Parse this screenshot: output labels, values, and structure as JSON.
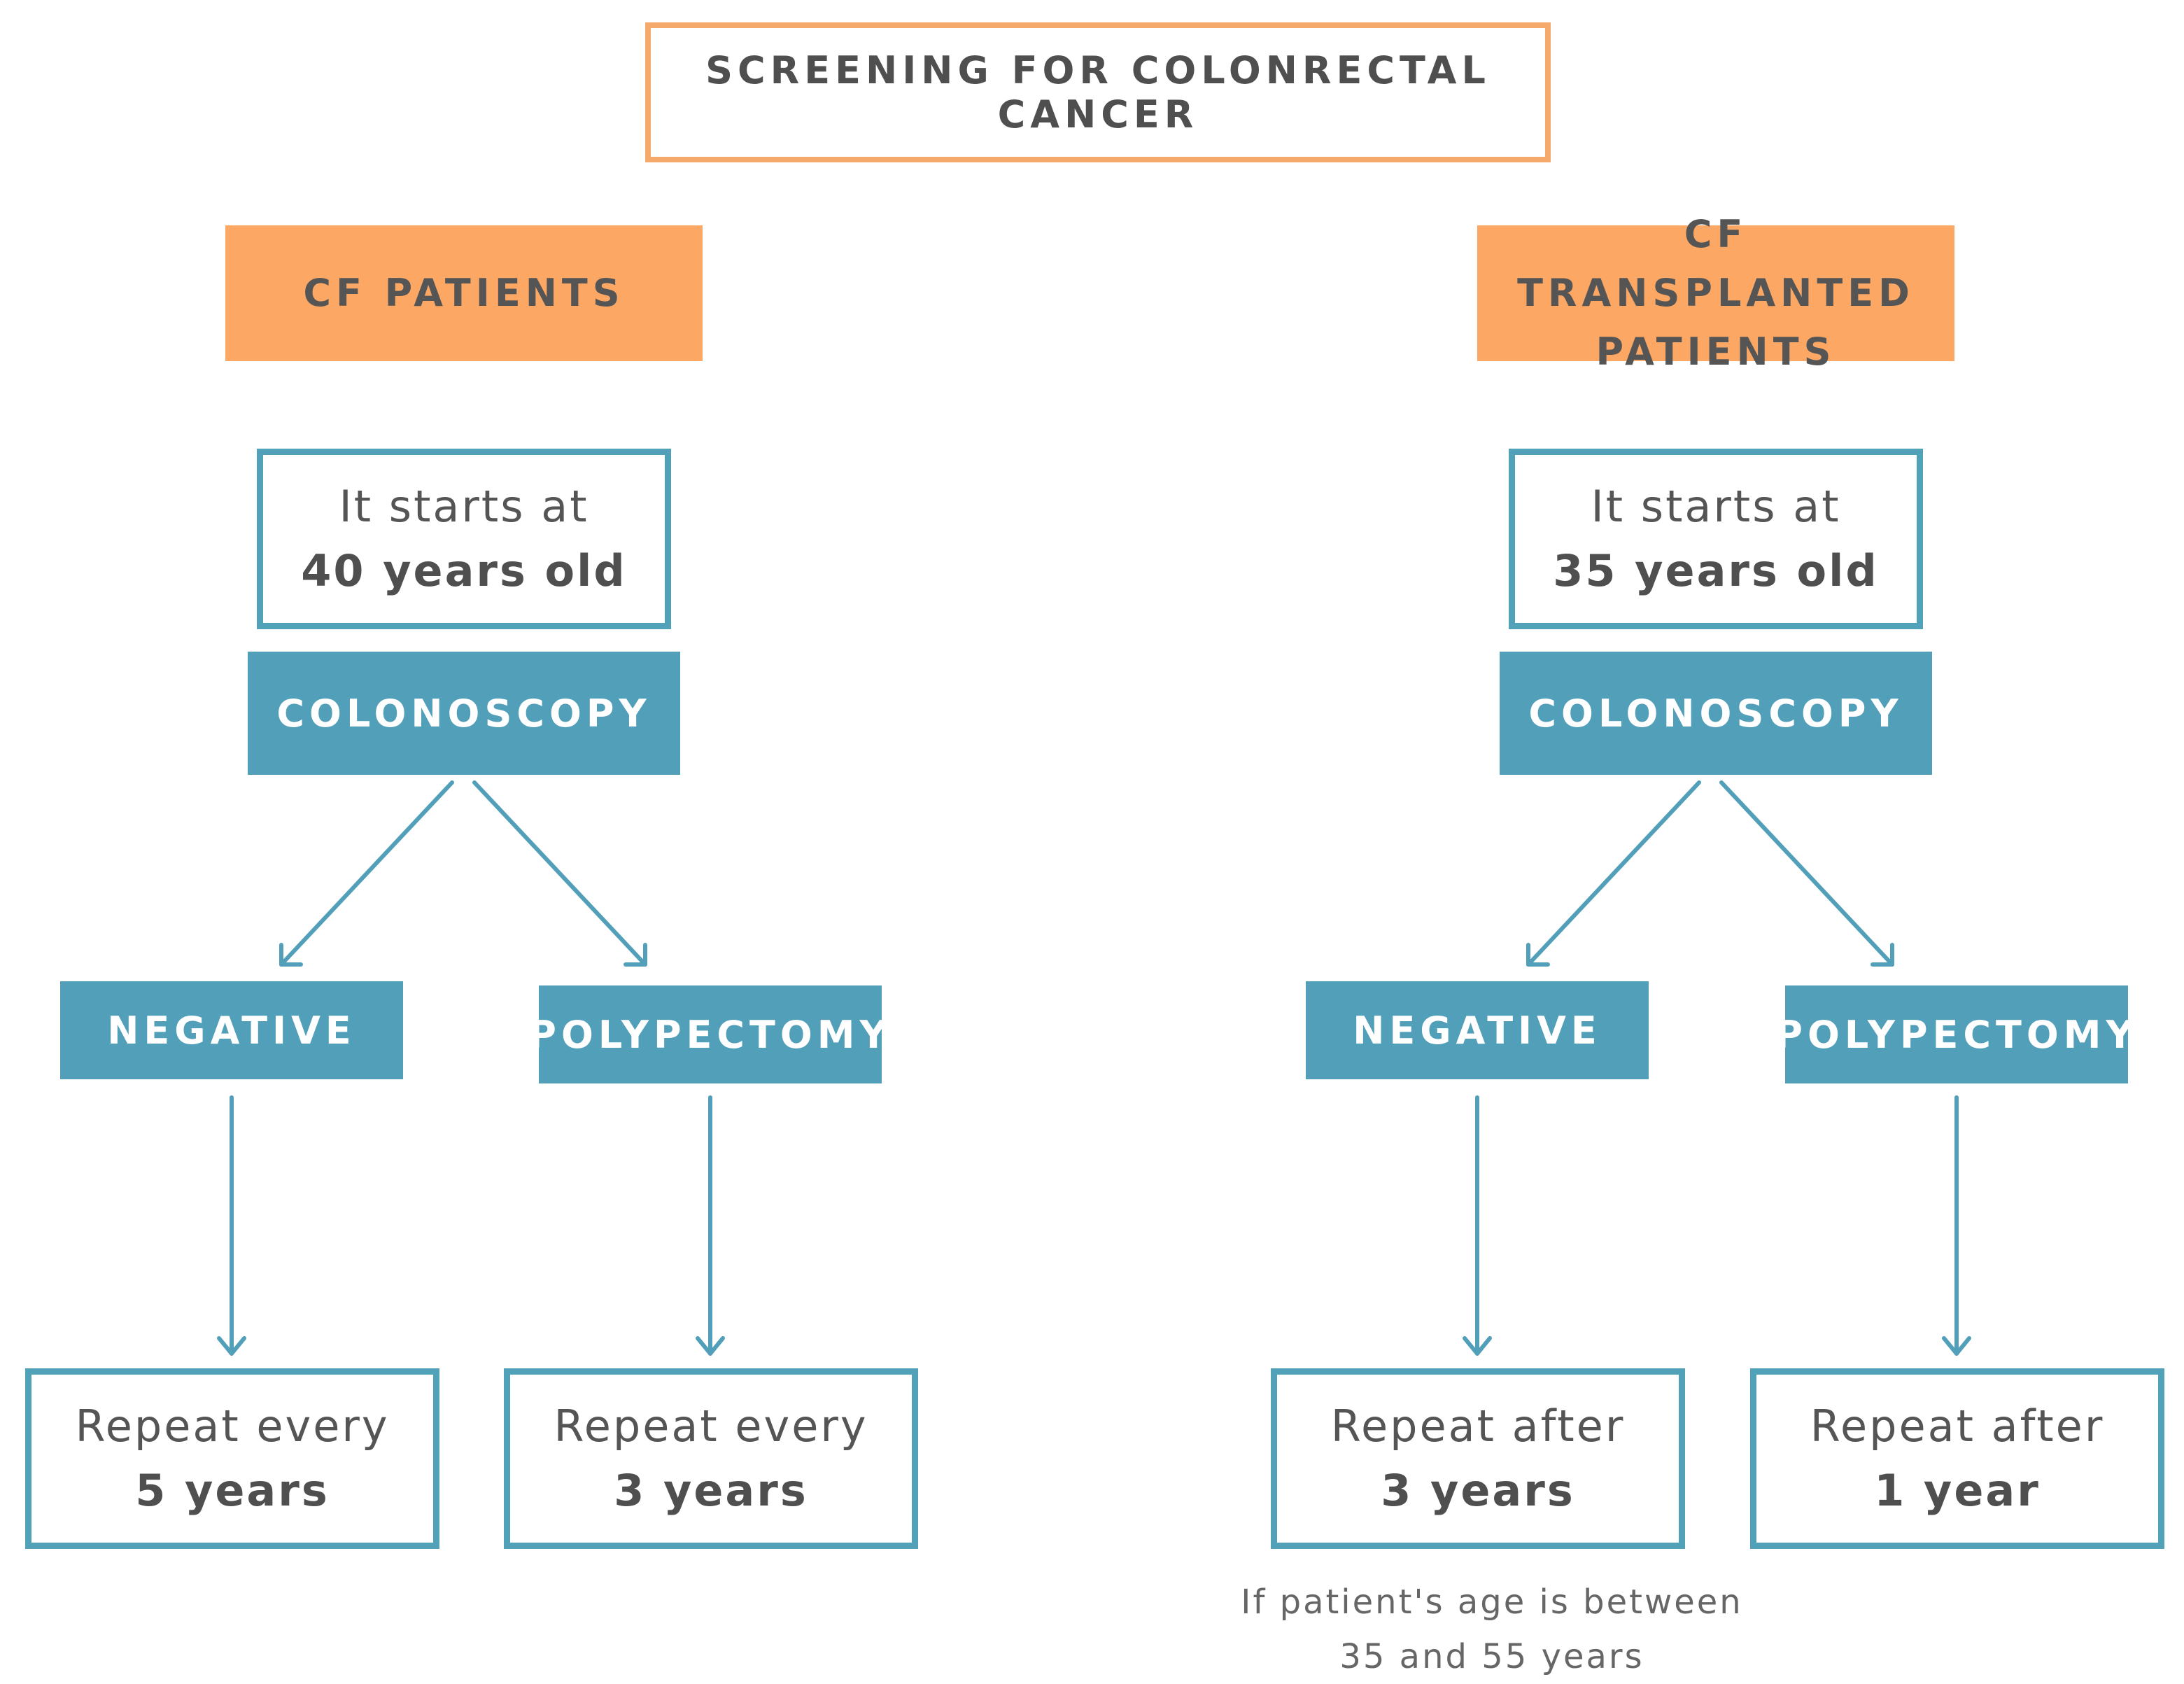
{
  "title": "SCREENING FOR COLONRECTAL CANCER",
  "columns": [
    {
      "group": [
        "CF PATIENTS"
      ],
      "start": {
        "line1": "It starts at",
        "line2": "40 years old"
      },
      "procedure": "COLONOSCOPY",
      "outcomes": [
        {
          "label": "NEGATIVE",
          "result_line1": "Repeat every",
          "result_line2": "5 years"
        },
        {
          "label": "POLYPECTOMY",
          "result_line1": "Repeat every",
          "result_line2": "3 years"
        }
      ]
    },
    {
      "group": [
        "CF TRANSPLANTED",
        "PATIENTS"
      ],
      "start": {
        "line1": "It starts at",
        "line2": "35 years old"
      },
      "procedure": "COLONOSCOPY",
      "outcomes": [
        {
          "label": "NEGATIVE",
          "result_line1": "Repeat after",
          "result_line2": "3 years"
        },
        {
          "label": "POLYPECTOMY",
          "result_line1": "Repeat after",
          "result_line2": "1 year"
        }
      ]
    }
  ],
  "note": [
    "If patient's age is between",
    "35 and 55 years"
  ],
  "colors": {
    "orange_fill": "#fca764",
    "orange_border": "#f5a96a",
    "teal": "#529fba",
    "teal_border": "#51a1b8",
    "text": "#555555"
  }
}
